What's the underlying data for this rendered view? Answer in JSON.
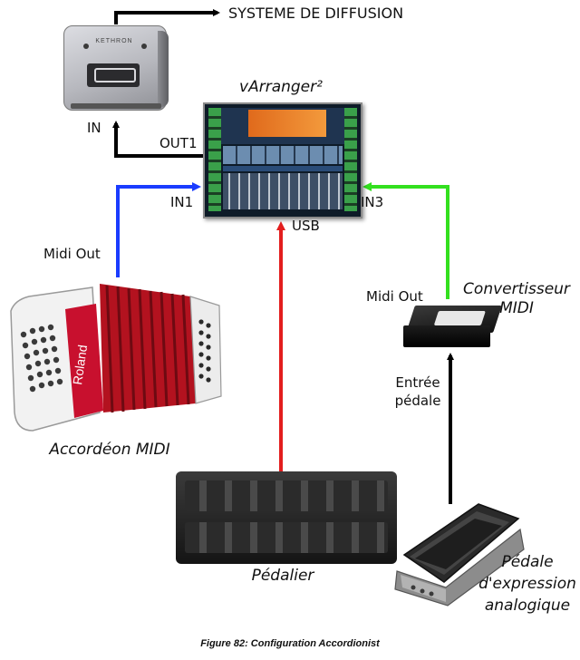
{
  "devices": {
    "sound_module": "SYSTEME DE DIFFUSION",
    "sound_module_brand": "KETHRON",
    "arranger": "vArranger²",
    "accordion": "Accordéon MIDI",
    "accordion_brand": "Roland",
    "converter_line1": "Convertisseur",
    "converter_line2": "MIDI",
    "pedalboard": "Pédalier",
    "expression_pedal_line1": "Pédale",
    "expression_pedal_line2": "d'expression",
    "expression_pedal_line3": "analogique"
  },
  "ports": {
    "sd2_in": "IN",
    "out1": "OUT1",
    "in1": "IN1",
    "in3": "IN3",
    "usb": "USB",
    "accordion_midi_out": "Midi Out",
    "converter_midi_out": "Midi Out",
    "converter_pedal_in_line1": "Entrée",
    "converter_pedal_in_line2": "pédale"
  },
  "connections": [
    {
      "from": "vArranger OUT1",
      "to": "SD2 IN",
      "color": "#000000"
    },
    {
      "from": "SD2",
      "to": "SYSTEME DE DIFFUSION",
      "color": "#000000"
    },
    {
      "from": "Accordion Midi Out",
      "to": "vArranger IN1",
      "color": "#1a3cff"
    },
    {
      "from": "Pedalboard",
      "to": "vArranger USB",
      "color": "#e31e1e"
    },
    {
      "from": "Converter Midi Out",
      "to": "vArranger IN3",
      "color": "#33e01f"
    },
    {
      "from": "Expression pedal",
      "to": "Converter pedal input",
      "color": "#000000"
    }
  ],
  "caption": "Figure 82: Configuration Accordionist"
}
